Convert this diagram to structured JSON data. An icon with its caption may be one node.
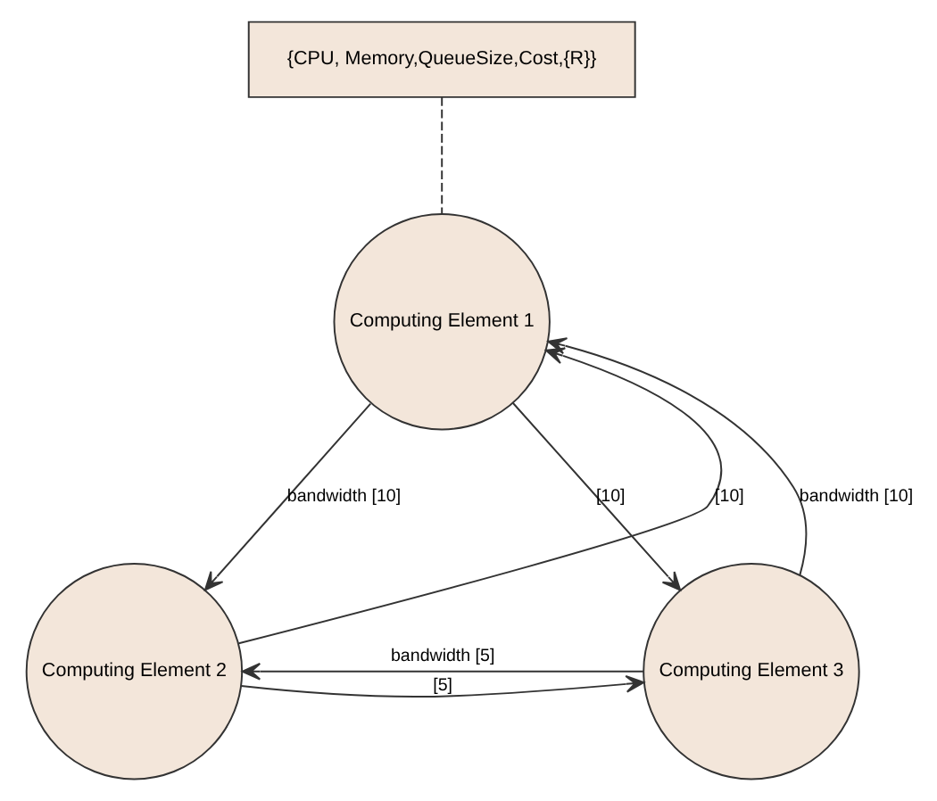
{
  "diagram": {
    "nodes": [
      {
        "text": [
          "{CPU, Memory,QueueSize,Cost,{R}}"
        ]
      },
      {
        "text": [
          "Computing Element 1"
        ]
      },
      {
        "text": [
          "Computing Element 2"
        ]
      },
      {
        "text": [
          "Computing Element 3"
        ]
      }
    ],
    "edges": [
      {
        "from": 0,
        "to": 1,
        "arrow": "none",
        "style": "dashed"
      },
      {
        "from": 1,
        "to": 2,
        "arrow": "to",
        "label": "bandwidth [10]"
      },
      {
        "from": 2,
        "to": 1,
        "arrow": "to",
        "label": "[10]"
      },
      {
        "from": 1,
        "to": 3,
        "arrow": "to",
        "label": "[10]"
      },
      {
        "from": 3,
        "to": 1,
        "arrow": "to",
        "label": "bandwidth [10]"
      },
      {
        "from": 2,
        "to": 3,
        "arrow": "to",
        "label": "[5]"
      },
      {
        "from": 3,
        "to": 2,
        "arrow": "to",
        "label": "bandwidth [5]"
      }
    ]
  }
}
